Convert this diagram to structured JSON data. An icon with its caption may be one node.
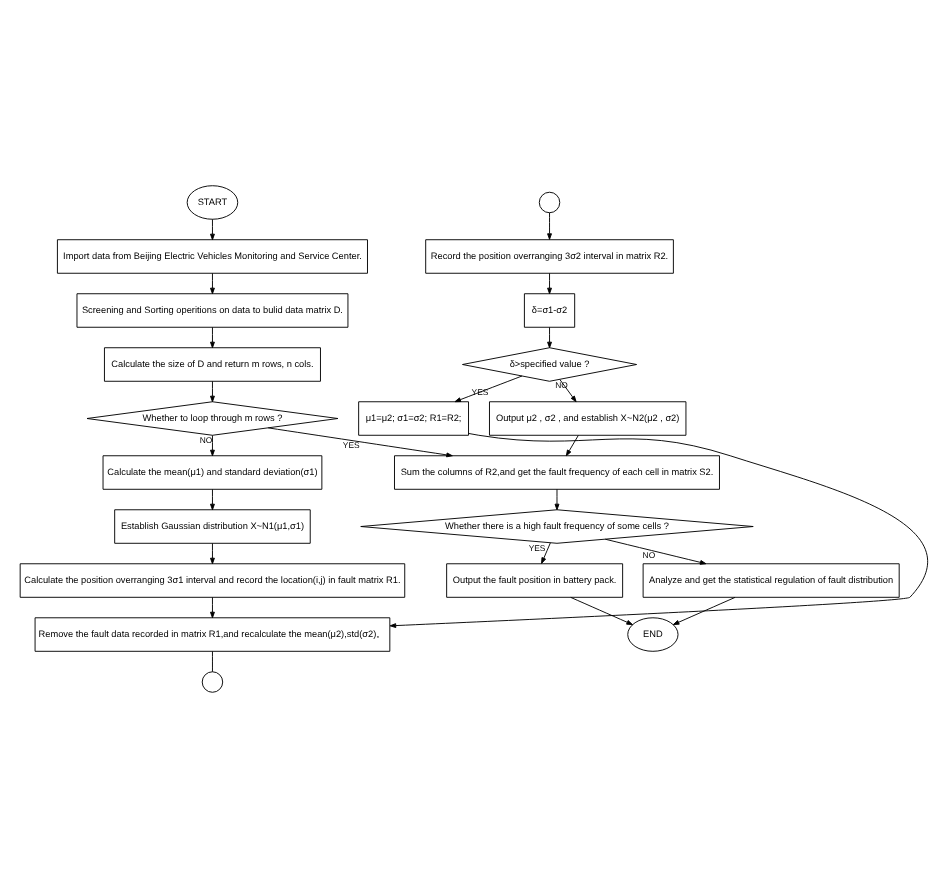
{
  "diagram": {
    "nodes": [
      {
        "text": [
          "START"
        ]
      },
      {
        "text": [
          "Import data from Beijing Electric Vehicles Monitoring and Service Center."
        ]
      },
      {
        "text": [
          "Screening and Sorting operitions on data to bulid data matrix D."
        ]
      },
      {
        "text": [
          "Calculate the size of D and return m rows, n cols."
        ]
      },
      {
        "text": [
          "Whether to loop through m rows ?"
        ]
      },
      {
        "text": [
          "Calculate the mean(μ1) and standard deviation(σ1)"
        ]
      },
      {
        "text": [
          "Establish Gaussian distribution X~N1(μ1,σ1)"
        ]
      },
      {
        "text": [
          "Calculate the position overranging 3σ1 interval and record the location(i,j) in fault matrix R1."
        ]
      },
      {
        "text": [
          "Remove the fault data recorded in matrix R1,and recalculate the mean(μ2),std(σ2)。"
        ]
      },
      {
        "text": [],
        "shape": "circle"
      },
      {
        "text": [],
        "shape": "circle"
      },
      {
        "text": [
          "Record the position overranging 3σ2 interval in matrix R2."
        ]
      },
      {
        "text": [
          "δ=σ1-σ2"
        ]
      },
      {
        "text": [
          "δ>specified value ?"
        ]
      },
      {
        "text": [
          "μ1=μ2; σ1=σ2; R1=R2;"
        ]
      },
      {
        "text": [
          "Output μ2 , σ2 , and establish X~N2(μ2 , σ2)"
        ]
      },
      {
        "text": [
          "Sum the columns of R2,and get the fault frequency of each cell in matrix S2."
        ]
      },
      {
        "text": [
          "Whether there is a high fault frequency of some cells ?"
        ]
      },
      {
        "text": [
          "Output the fault position in battery pack."
        ]
      },
      {
        "text": [
          "Analyze and get the statistical regulation of fault distribution"
        ]
      },
      {
        "text": [
          "END"
        ]
      }
    ],
    "edges": [
      {
        "from": 0,
        "to": 1,
        "arrow": "to"
      },
      {
        "from": 1,
        "to": 2,
        "arrow": "to"
      },
      {
        "from": 2,
        "to": 3,
        "arrow": "to"
      },
      {
        "from": 3,
        "to": 4,
        "arrow": "to"
      },
      {
        "from": 4,
        "to": 5,
        "arrow": "to",
        "label": "NO"
      },
      {
        "from": 5,
        "to": 6,
        "arrow": "to"
      },
      {
        "from": 6,
        "to": 7,
        "arrow": "to"
      },
      {
        "from": 7,
        "to": 8,
        "arrow": "to"
      },
      {
        "from": 8,
        "to": 9,
        "arrow": "none"
      },
      {
        "from": 10,
        "to": 11,
        "arrow": "to"
      },
      {
        "from": 11,
        "to": 12,
        "arrow": "to"
      },
      {
        "from": 12,
        "to": 13,
        "arrow": "to"
      },
      {
        "from": 13,
        "to": 14,
        "arrow": "to",
        "label": "YES"
      },
      {
        "from": 13,
        "to": 15,
        "arrow": "to",
        "label": "NO"
      },
      {
        "from": 14,
        "to": 8,
        "arrow": "to"
      },
      {
        "from": 4,
        "to": 16,
        "arrow": "to",
        "label": "YES"
      },
      {
        "from": 15,
        "to": 16,
        "arrow": "to"
      },
      {
        "from": 16,
        "to": 17,
        "arrow": "to"
      },
      {
        "from": 17,
        "to": 18,
        "arrow": "to",
        "label": "YES"
      },
      {
        "from": 17,
        "to": 19,
        "arrow": "to",
        "label": "NO"
      },
      {
        "from": 18,
        "to": 20,
        "arrow": "to"
      },
      {
        "from": 19,
        "to": 20,
        "arrow": "to"
      }
    ]
  }
}
